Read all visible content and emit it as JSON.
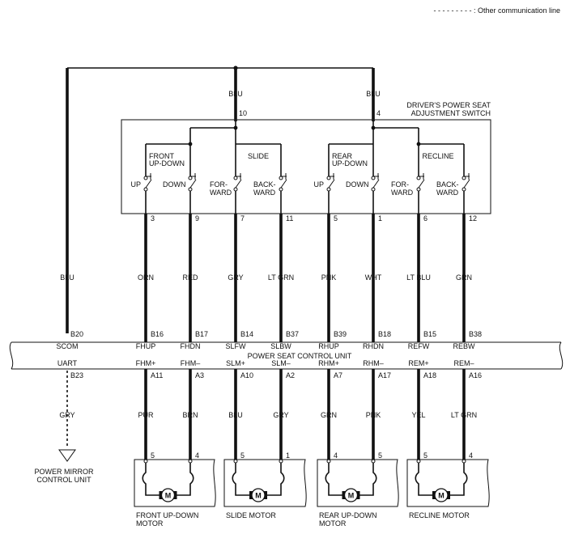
{
  "legend": {
    "line": "- - - - - - - - - : Other communication line"
  },
  "switch": {
    "title_line1": "DRIVER'S POWER SEAT",
    "title_line2": "ADJUSTMENT SWITCH"
  },
  "feeds": {
    "left_wire": "BLU",
    "left_pin": "10",
    "right_wire": "BLU",
    "right_pin": "4"
  },
  "groups": {
    "front": {
      "l1": "FRONT",
      "l2": "UP-DOWN",
      "up": "UP",
      "down": "DOWN"
    },
    "slide": {
      "l1": "SLIDE",
      "fwd1": "FOR-",
      "fwd2": "WARD",
      "bk1": "BACK-",
      "bk2": "WARD"
    },
    "rear": {
      "l1": "REAR",
      "l2": "UP-DOWN",
      "up": "UP",
      "down": "DOWN"
    },
    "recline": {
      "l1": "RECLINE",
      "fwd1": "FOR-",
      "fwd2": "WARD",
      "bk1": "BACK-",
      "bk2": "WARD"
    }
  },
  "scom": {
    "wire": "BLU",
    "pin": "B20",
    "name": "SCOM"
  },
  "uart": {
    "wire": "GRY",
    "pin": "B23",
    "name": "UART"
  },
  "unit": {
    "title": "POWER SEAT CONTROL UNIT"
  },
  "switch_circuits": [
    {
      "sw_pin": "3",
      "wire": "ORN",
      "unit_pin": "B16",
      "name": "FHUP"
    },
    {
      "sw_pin": "9",
      "wire": "RED",
      "unit_pin": "B17",
      "name": "FHDN"
    },
    {
      "sw_pin": "7",
      "wire": "GRY",
      "unit_pin": "B14",
      "name": "SLFW"
    },
    {
      "sw_pin": "11",
      "wire": "LT GRN",
      "unit_pin": "B37",
      "name": "SLBW"
    },
    {
      "sw_pin": "5",
      "wire": "PNK",
      "unit_pin": "B39",
      "name": "RHUP"
    },
    {
      "sw_pin": "1",
      "wire": "WHT",
      "unit_pin": "B18",
      "name": "RHDN"
    },
    {
      "sw_pin": "6",
      "wire": "LT BLU",
      "unit_pin": "B15",
      "name": "REFW"
    },
    {
      "sw_pin": "12",
      "wire": "GRN",
      "unit_pin": "B38",
      "name": "REBW"
    }
  ],
  "motor_circuits": [
    {
      "name": "FHM+",
      "unit_pin": "A11",
      "wire": "PUR",
      "motor_pin": "5"
    },
    {
      "name": "FHM–",
      "unit_pin": "A3",
      "wire": "BRN",
      "motor_pin": "4"
    },
    {
      "name": "SLM+",
      "unit_pin": "A10",
      "wire": "BLU",
      "motor_pin": "5"
    },
    {
      "name": "SLM–",
      "unit_pin": "A2",
      "wire": "GRY",
      "motor_pin": "1"
    },
    {
      "name": "RHM+",
      "unit_pin": "A7",
      "wire": "GRN",
      "motor_pin": "4"
    },
    {
      "name": "RHM–",
      "unit_pin": "A17",
      "wire": "PNK",
      "motor_pin": "5"
    },
    {
      "name": "REM+",
      "unit_pin": "A18",
      "wire": "YEL",
      "motor_pin": "5"
    },
    {
      "name": "REM–",
      "unit_pin": "A16",
      "wire": "LT GRN",
      "motor_pin": "4"
    }
  ],
  "motors": [
    {
      "symbol": "M",
      "l1": "FRONT UP-DOWN",
      "l2": "MOTOR"
    },
    {
      "symbol": "M",
      "l1": "SLIDE MOTOR",
      "l2": ""
    },
    {
      "symbol": "M",
      "l1": "REAR UP-DOWN",
      "l2": "MOTOR"
    },
    {
      "symbol": "M",
      "l1": "RECLINE MOTOR",
      "l2": ""
    }
  ],
  "mirror": {
    "l1": "POWER MIRROR",
    "l2": "CONTROL UNIT"
  }
}
